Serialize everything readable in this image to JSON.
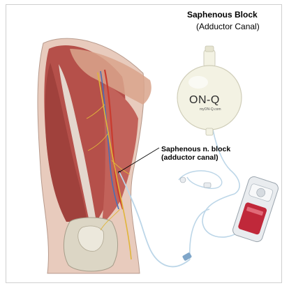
{
  "title": "Saphenous Block",
  "subtitle": "(Adductor Canal)",
  "callout": {
    "line1": "Saphenous n. block",
    "line2": "(adductor canal)"
  },
  "pump": {
    "brand": "ON-Q",
    "url": "myON-Q.com"
  },
  "colors": {
    "muscle": "#b5504a",
    "muscle_dark": "#7e2a28",
    "tendon": "#e9e6dc",
    "bone": "#dcd6c5",
    "nerve": "#e0b53a",
    "artery": "#c93b2f",
    "vein": "#4a6fb5",
    "tubing": "#bcd6e8",
    "pump_body": "#f3f2e3",
    "controller": "#e9ecef",
    "controller_accent": "#c0283a"
  }
}
